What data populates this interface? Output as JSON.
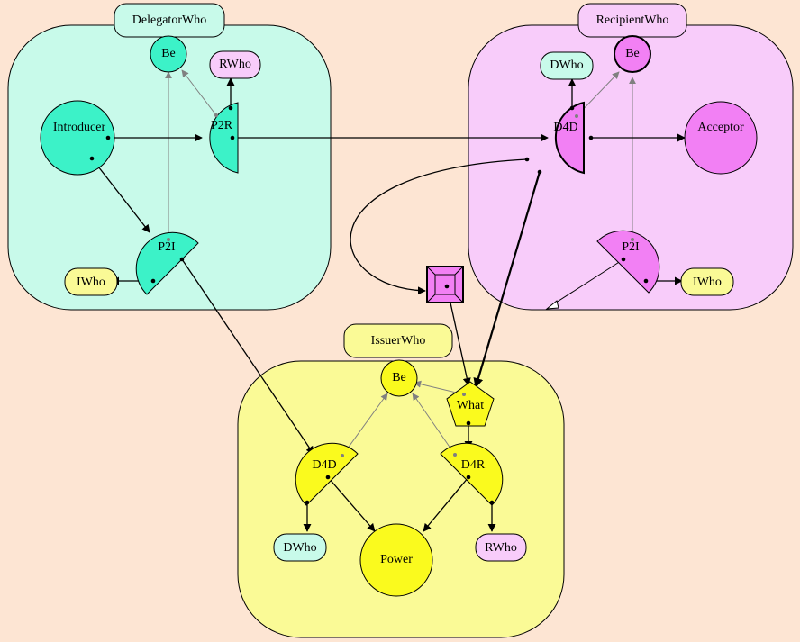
{
  "diagram": {
    "background": "#fde5d3",
    "colors": {
      "delegator_fill": "#c8faea",
      "recipient_fill": "#f8ccfa",
      "issuer_fill": "#fafa96",
      "cyan_node": "#3cf2c8",
      "magenta_node": "#f280f4",
      "yellow_node": "#fafa1e",
      "edge_black": "#000000",
      "edge_gray": "#808080"
    },
    "groups": {
      "delegator": {
        "title": "DelegatorWho"
      },
      "recipient": {
        "title": "RecipientWho"
      },
      "issuer": {
        "title": "IssuerWho"
      }
    },
    "nodes": {
      "del_be": "Be",
      "del_rwho": "RWho",
      "del_introducer": "Introducer",
      "del_p2r": "P2R",
      "del_p2i": "P2I",
      "del_iwho": "IWho",
      "rec_dwho": "DWho",
      "rec_be": "Be",
      "rec_d4d": "D4D",
      "rec_acceptor": "Acceptor",
      "rec_p2i": "P2I",
      "rec_iwho": "IWho",
      "iss_be": "Be",
      "iss_what": "What",
      "iss_d4d": "D4D",
      "iss_d4r": "D4R",
      "iss_dwho": "DWho",
      "iss_power": "Power",
      "iss_rwho": "RWho"
    }
  }
}
